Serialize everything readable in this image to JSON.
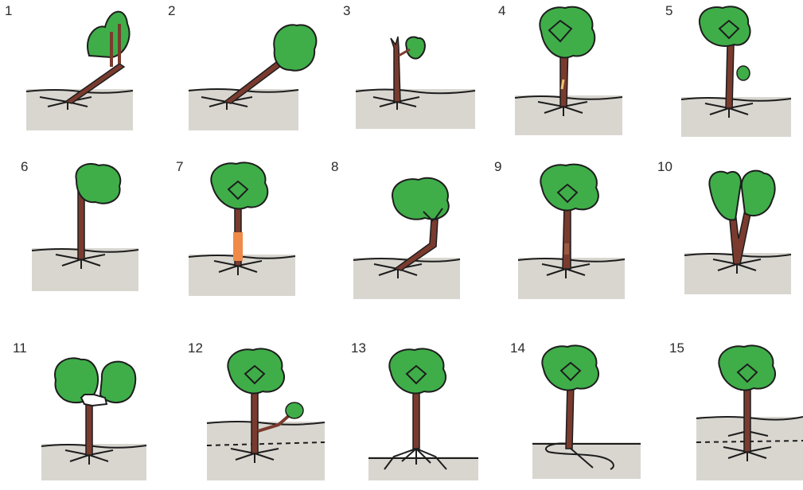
{
  "colors": {
    "foliage": "#3fae49",
    "trunk": "#7a3b2e",
    "soil": "#d9d6d0",
    "outline": "#1d1d1d",
    "wrap": "#f08a48"
  },
  "panels": [
    {
      "number": "1",
      "variant": "leaning-multi-stem"
    },
    {
      "number": "2",
      "variant": "leaning-trunk"
    },
    {
      "number": "3",
      "variant": "topped-trunk"
    },
    {
      "number": "4",
      "variant": "trunk-crack"
    },
    {
      "number": "5",
      "variant": "trunk-sprout"
    },
    {
      "number": "6",
      "variant": "one-sided-crown"
    },
    {
      "number": "7",
      "variant": "wrapped-trunk"
    },
    {
      "number": "8",
      "variant": "crooked-base"
    },
    {
      "number": "9",
      "variant": "trunk-wound"
    },
    {
      "number": "10",
      "variant": "co-dominant-stems"
    },
    {
      "number": "11",
      "variant": "included-bark-fork"
    },
    {
      "number": "12",
      "variant": "buried-trunk-sucker"
    },
    {
      "number": "13",
      "variant": "exposed-roots"
    },
    {
      "number": "14",
      "variant": "circling-roots"
    },
    {
      "number": "15",
      "variant": "deep-planting"
    }
  ]
}
